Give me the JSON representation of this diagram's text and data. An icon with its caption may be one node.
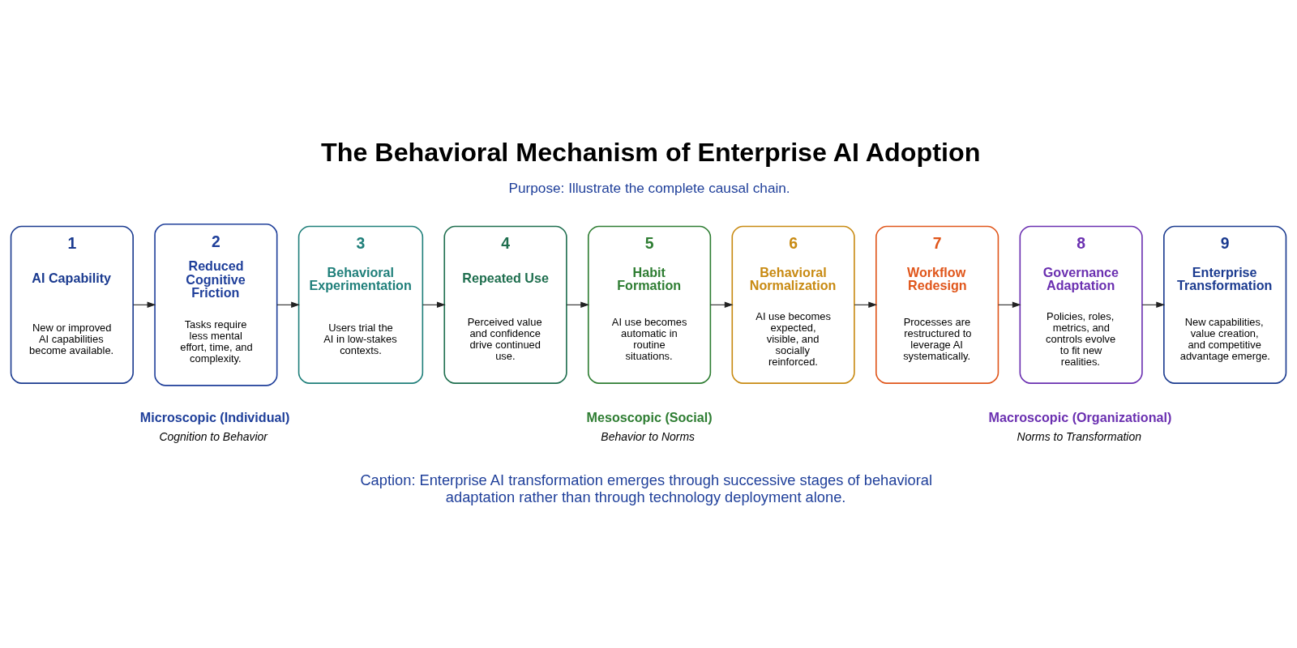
{
  "diagram": {
    "title": "The Behavioral Mechanism of Enterprise AI Adoption",
    "caption": "Caption: Enterprise AI transformation emerges through successive stages of behavioral adaptation rather than through technology deployment alone.",
    "nodes": [
      {
        "text": [
          "1",
          "AI Capability",
          "New or improved AI capabilities become available."
        ]
      },
      {
        "text": [
          "2",
          "Reduced Cognitive Friction",
          "Tasks require less mental effort, time, and complexity."
        ]
      },
      {
        "text": [
          "3",
          "Behavioral Experimentation",
          "Users trial the AI in low-stakes contexts."
        ]
      },
      {
        "text": [
          "4",
          "Repeated Use",
          "Perceived value and confidence drive continued use."
        ]
      },
      {
        "text": [
          "5",
          "Habit Formation",
          "AI use becomes automatic in routine situations."
        ]
      },
      {
        "text": [
          "6",
          "Behavioral Normalization",
          "AI use becomes expected, visible, and socially reinforced."
        ]
      },
      {
        "text": [
          "7",
          "Workflow Redesign",
          "Processes are restructured to leverage AI systematically."
        ]
      },
      {
        "text": [
          "8",
          "Governance Adaptation",
          "Policies, roles, metrics, and controls evolve to fit new realities."
        ]
      },
      {
        "text": [
          "9",
          "Enterprise Transformation",
          "New capabilities, value creation, and competitive advantage emerge."
        ]
      },
      {
        "text": [
          "Microscopic (Individual)",
          "Cognition to Behavior"
        ]
      },
      {
        "text": [
          "Mesoscopic (Social)",
          "Behavior to Norms"
        ]
      },
      {
        "text": [
          "Macroscopic (Organizational)",
          "Norms to Transformation"
        ]
      }
    ],
    "edges": [
      {
        "from": 0,
        "to": 1,
        "arrow": "to"
      },
      {
        "from": 1,
        "to": 2,
        "arrow": "to"
      },
      {
        "from": 2,
        "to": 3,
        "arrow": "to"
      },
      {
        "from": 3,
        "to": 4,
        "arrow": "to"
      },
      {
        "from": 4,
        "to": 5,
        "arrow": "to"
      },
      {
        "from": 5,
        "to": 6,
        "arrow": "to"
      },
      {
        "from": 6,
        "to": 7,
        "arrow": "to"
      },
      {
        "from": 7,
        "to": 8,
        "arrow": "to"
      }
    ],
    "labels": [
      "Purpose: Illustrate the complete causal chain."
    ]
  }
}
